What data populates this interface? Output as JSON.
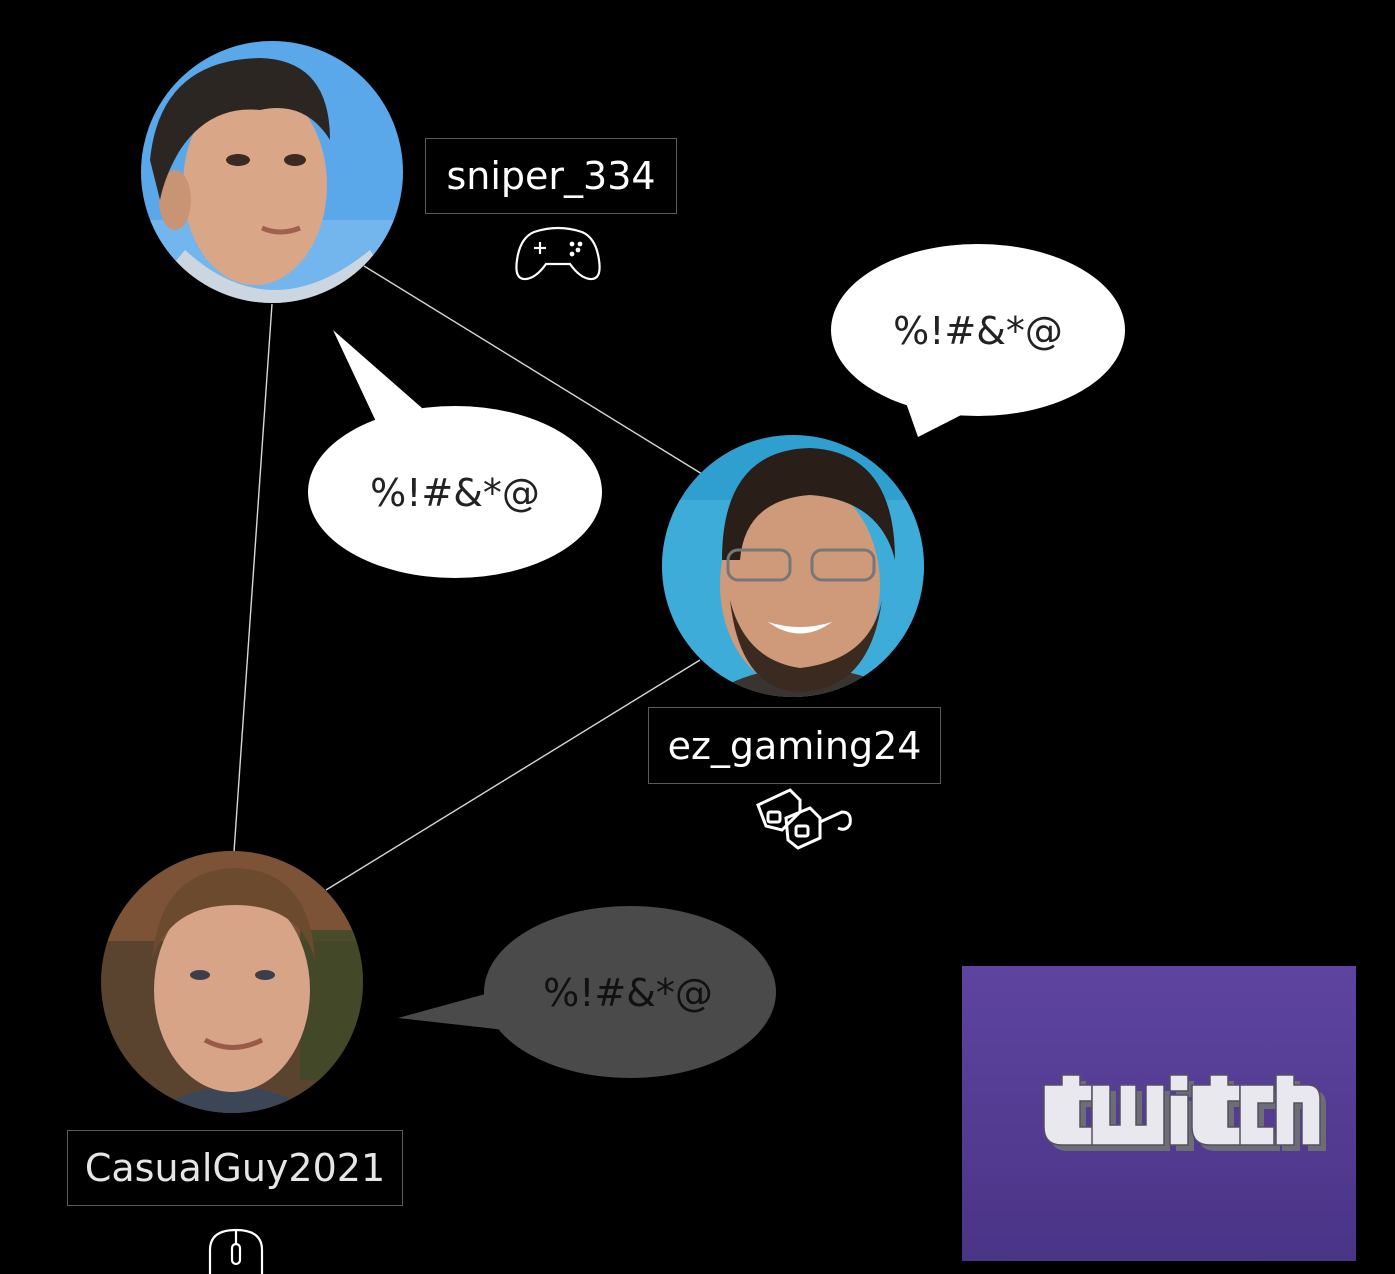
{
  "users": [
    {
      "id": "sniper",
      "name": "sniper_334",
      "device": "gamepad-icon",
      "skin": "#d9a688",
      "hair": "#2b2622",
      "bg": "#5aa8ea"
    },
    {
      "id": "ez",
      "name": "ez_gaming24",
      "device": "3d-glasses-icon",
      "skin": "#cf9a7a",
      "hair": "#2a1e18",
      "bg": "#2f9fd0"
    },
    {
      "id": "casual",
      "name": "CasualGuy2021",
      "device": "mouse-icon",
      "skin": "#d8a487",
      "hair": "#6b4a2e",
      "bg": "#5a4430"
    }
  ],
  "bubbles": [
    {
      "id": "bubble-1",
      "text": "%!#&*@",
      "fill": "#ffffff",
      "text_color": "#222222"
    },
    {
      "id": "bubble-2",
      "text": "%!#&*@",
      "fill": "#ffffff",
      "text_color": "#222222"
    },
    {
      "id": "bubble-3",
      "text": "%!#&*@",
      "fill": "#4a4a4a",
      "text_color": "#111111"
    }
  ],
  "brand": {
    "logo_text": "twitch",
    "bg_top": "#5e44a0",
    "bg_bottom": "#4a3486",
    "logo_fill": "#e8e8ee",
    "logo_shadow": "#6d6d78"
  },
  "colors": {
    "connector": "#d8d8d8",
    "label_border": "#5a5a5a"
  }
}
